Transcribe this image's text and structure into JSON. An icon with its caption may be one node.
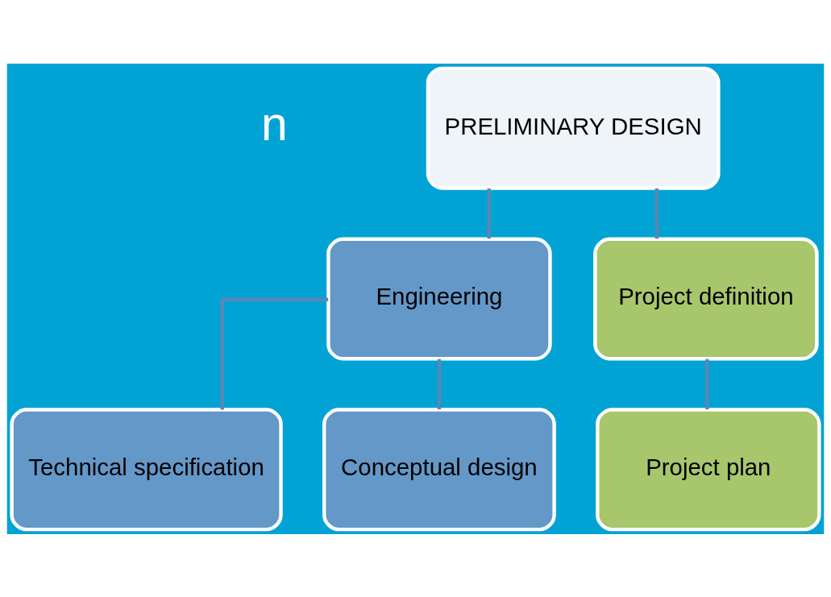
{
  "diagram": {
    "nodes": [
      {
        "text": [
          "PRELIMINARY DESIGN"
        ]
      },
      {
        "text": [
          "Engineering"
        ]
      },
      {
        "text": [
          "Project definition"
        ]
      },
      {
        "text": [
          "Technical specification"
        ]
      },
      {
        "text": [
          "Conceptual design"
        ]
      },
      {
        "text": [
          "Project plan"
        ]
      }
    ],
    "edges": [
      {
        "from": 0,
        "to": 1,
        "arrow": "none"
      },
      {
        "from": 0,
        "to": 2,
        "arrow": "none"
      },
      {
        "from": 1,
        "to": 3,
        "arrow": "none"
      },
      {
        "from": 1,
        "to": 4,
        "arrow": "none"
      },
      {
        "from": 2,
        "to": 5,
        "arrow": "none"
      }
    ],
    "labels": [
      "n"
    ]
  }
}
